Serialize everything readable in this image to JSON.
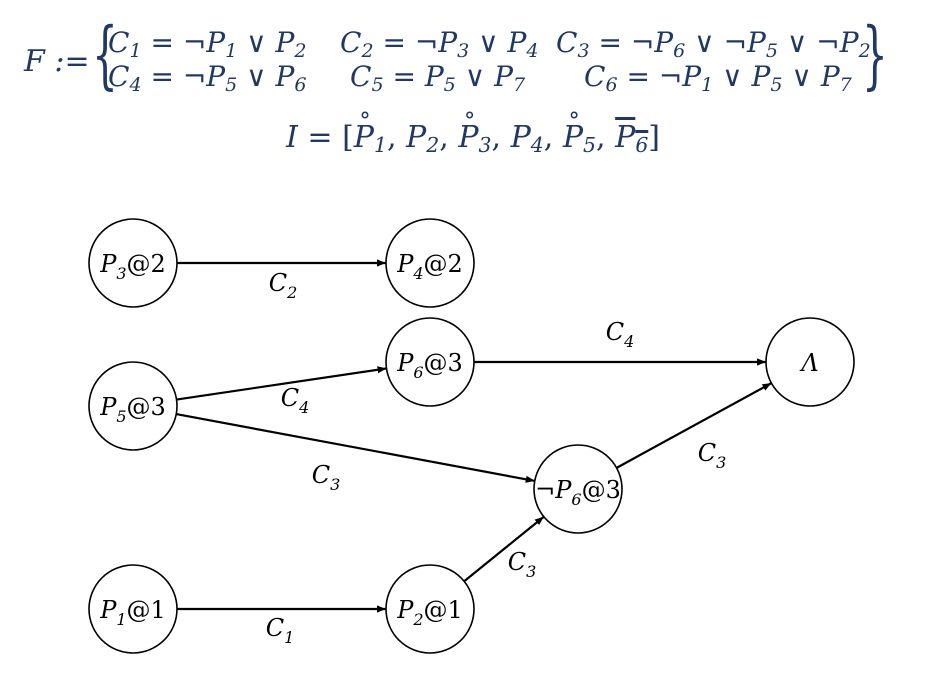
{
  "formula": {
    "lhs": "F :=",
    "clauses": [
      {
        "id": "C1",
        "name": "C",
        "sub": "1",
        "literals": [
          {
            "neg": true,
            "var": "P",
            "sub": "1"
          },
          {
            "neg": false,
            "var": "P",
            "sub": "2"
          }
        ]
      },
      {
        "id": "C2",
        "name": "C",
        "sub": "2",
        "literals": [
          {
            "neg": true,
            "var": "P",
            "sub": "3"
          },
          {
            "neg": false,
            "var": "P",
            "sub": "4"
          }
        ]
      },
      {
        "id": "C3",
        "name": "C",
        "sub": "3",
        "literals": [
          {
            "neg": true,
            "var": "P",
            "sub": "6"
          },
          {
            "neg": true,
            "var": "P",
            "sub": "5"
          },
          {
            "neg": true,
            "var": "P",
            "sub": "2"
          }
        ]
      },
      {
        "id": "C4",
        "name": "C",
        "sub": "4",
        "literals": [
          {
            "neg": true,
            "var": "P",
            "sub": "5"
          },
          {
            "neg": false,
            "var": "P",
            "sub": "6"
          }
        ]
      },
      {
        "id": "C5",
        "name": "C",
        "sub": "5",
        "literals": [
          {
            "neg": false,
            "var": "P",
            "sub": "5"
          },
          {
            "neg": false,
            "var": "P",
            "sub": "7"
          }
        ]
      },
      {
        "id": "C6",
        "name": "C",
        "sub": "6",
        "literals": [
          {
            "neg": true,
            "var": "P",
            "sub": "1"
          },
          {
            "neg": false,
            "var": "P",
            "sub": "5"
          },
          {
            "neg": false,
            "var": "P",
            "sub": "7"
          }
        ]
      }
    ],
    "eq": "=",
    "neg": "¬",
    "or": "∨"
  },
  "assignment": {
    "lhs": "I",
    "eq": "=",
    "open": "[",
    "close": "]",
    "sep": ",",
    "items": [
      {
        "var": "P",
        "sub": "1",
        "mark": "ring"
      },
      {
        "var": "P",
        "sub": "2",
        "mark": "none"
      },
      {
        "var": "P",
        "sub": "3",
        "mark": "ring"
      },
      {
        "var": "P",
        "sub": "4",
        "mark": "none"
      },
      {
        "var": "P",
        "sub": "5",
        "mark": "ring"
      },
      {
        "var": "P",
        "sub": "6",
        "mark": "bar"
      }
    ]
  },
  "graph": {
    "nodes": [
      {
        "id": "p3",
        "neg": "",
        "var": "P",
        "sub": "3",
        "level": "@2"
      },
      {
        "id": "p4",
        "neg": "",
        "var": "P",
        "sub": "4",
        "level": "@2"
      },
      {
        "id": "p6",
        "neg": "",
        "var": "P",
        "sub": "6",
        "level": "@3"
      },
      {
        "id": "p5",
        "neg": "",
        "var": "P",
        "sub": "5",
        "level": "@3"
      },
      {
        "id": "conflict",
        "neg": "",
        "var": "Λ",
        "sub": "",
        "level": ""
      },
      {
        "id": "np6",
        "neg": "¬",
        "var": "P",
        "sub": "6",
        "level": "@3"
      },
      {
        "id": "p1",
        "neg": "",
        "var": "P",
        "sub": "1",
        "level": "@1"
      },
      {
        "id": "p2",
        "neg": "",
        "var": "P",
        "sub": "2",
        "level": "@1"
      }
    ],
    "edges": [
      {
        "from": "p3",
        "to": "p4",
        "label": "C",
        "sub": "2"
      },
      {
        "from": "p5",
        "to": "p6",
        "label": "C",
        "sub": "4"
      },
      {
        "from": "p6",
        "to": "conflict",
        "label": "C",
        "sub": "4"
      },
      {
        "from": "p5",
        "to": "np6",
        "label": "C",
        "sub": "3"
      },
      {
        "from": "np6",
        "to": "conflict",
        "label": "C",
        "sub": "3"
      },
      {
        "from": "p1",
        "to": "p2",
        "label": "C",
        "sub": "1"
      },
      {
        "from": "p2",
        "to": "np6",
        "label": "C",
        "sub": "3"
      }
    ]
  }
}
